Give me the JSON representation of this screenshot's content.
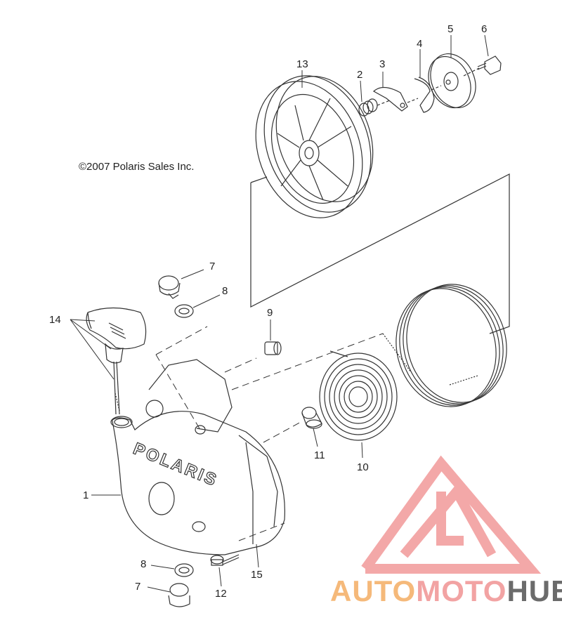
{
  "copyright": "©2007 Polaris Sales Inc.",
  "housing_brand": "POLARIS",
  "watermark": {
    "part1": "AUTO",
    "part2": "MOTO",
    "part3": "HUB",
    "color1": "#f5b97a",
    "color2": "#f2a3a3",
    "color3": "#6b6b6b"
  },
  "callouts": [
    {
      "id": "c1",
      "label": "1"
    },
    {
      "id": "c2",
      "label": "2"
    },
    {
      "id": "c3",
      "label": "3"
    },
    {
      "id": "c4",
      "label": "4"
    },
    {
      "id": "c5",
      "label": "5"
    },
    {
      "id": "c6",
      "label": "6"
    },
    {
      "id": "c7a",
      "label": "7"
    },
    {
      "id": "c7b",
      "label": "7"
    },
    {
      "id": "c8a",
      "label": "8"
    },
    {
      "id": "c8b",
      "label": "8"
    },
    {
      "id": "c9",
      "label": "9"
    },
    {
      "id": "c10",
      "label": "10"
    },
    {
      "id": "c11",
      "label": "11"
    },
    {
      "id": "c12",
      "label": "12"
    },
    {
      "id": "c13",
      "label": "13"
    },
    {
      "id": "c14",
      "label": "14"
    },
    {
      "id": "c15",
      "label": "15"
    }
  ]
}
